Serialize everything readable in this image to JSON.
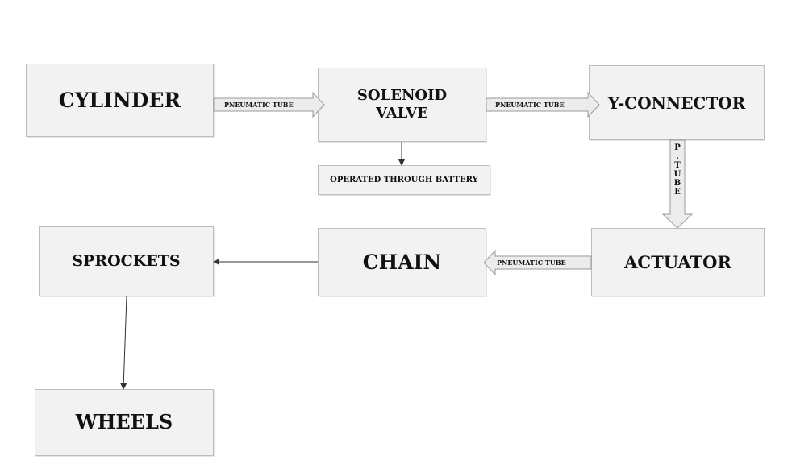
{
  "nodes": {
    "cylinder": "CYLINDER",
    "solenoid_line1": "SOLENOID",
    "solenoid_line2": "VALVE",
    "y_connector": "Y-CONNECTOR",
    "battery": "OPERATED THROUGH BATTERY",
    "actuator": "ACTUATOR",
    "chain": "CHAIN",
    "sprockets": "SPROCKETS",
    "wheels": "WHEELS"
  },
  "connectors": {
    "cylinder_to_solenoid": "PNEUMATIC TUBE",
    "solenoid_to_yconnector": "PNEUMATIC TUBE",
    "actuator_to_chain": "PNEUMATIC TUBE",
    "yconnector_to_actuator": [
      "P",
      ".",
      "T",
      "U",
      "B",
      "E"
    ]
  },
  "colors": {
    "box_fill": "#f2f2f2",
    "box_border": "#bdbdbd",
    "arrow_fill": "#ececec",
    "arrow_stroke": "#9a9a9a",
    "line": "#333333"
  }
}
